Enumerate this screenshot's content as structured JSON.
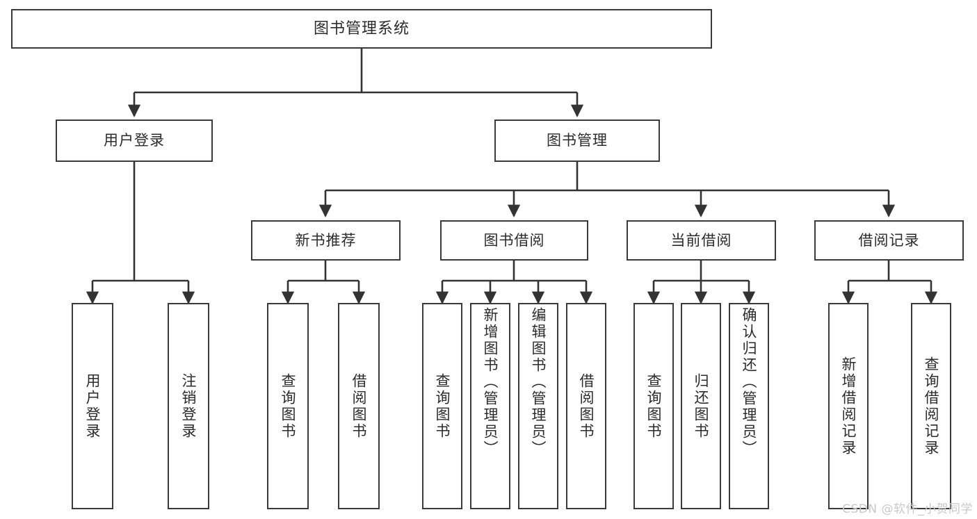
{
  "diagram": {
    "title": "图书管理系统",
    "type": "tree-hierarchy-diagram",
    "colors": {
      "box_border": "#3a3a3a",
      "box_fill": "#ffffff",
      "connector": "#333333",
      "text": "#2b2b2b",
      "watermark": "#c9c9c9",
      "background": "#ffffff"
    },
    "levels": {
      "root": "图书管理系统",
      "level2": [
        "用户登录",
        "图书管理"
      ],
      "level3": [
        "新书推荐",
        "图书借阅",
        "当前借阅",
        "借阅记录"
      ]
    }
  },
  "nodes": {
    "root": {
      "label": "图书管理系统"
    },
    "user_login": {
      "label": "用户登录"
    },
    "book_manage": {
      "label": "图书管理"
    },
    "new_book_rec": {
      "label": "新书推荐"
    },
    "book_borrow": {
      "label": "图书借阅"
    },
    "current_borrow": {
      "label": "当前借阅"
    },
    "borrow_record": {
      "label": "借阅记录"
    }
  },
  "leaves": {
    "user_login": [
      {
        "label": "用户登录"
      },
      {
        "label": "注销登录"
      }
    ],
    "new_book_rec": [
      {
        "label": "查询图书"
      },
      {
        "label": "借阅图书"
      }
    ],
    "book_borrow": [
      {
        "label": "查询图书"
      },
      {
        "label": "新增图书（管理员）"
      },
      {
        "label": "编辑图书（管理员）"
      },
      {
        "label": "借阅图书"
      }
    ],
    "current_borrow": [
      {
        "label": "查询图书"
      },
      {
        "label": "归还图书"
      },
      {
        "label": "确认归还（管理员）"
      }
    ],
    "borrow_record": [
      {
        "label": "新增借阅记录"
      },
      {
        "label": "查询借阅记录"
      }
    ]
  },
  "watermark": {
    "text": "CSDN @软件_小贺同学"
  }
}
